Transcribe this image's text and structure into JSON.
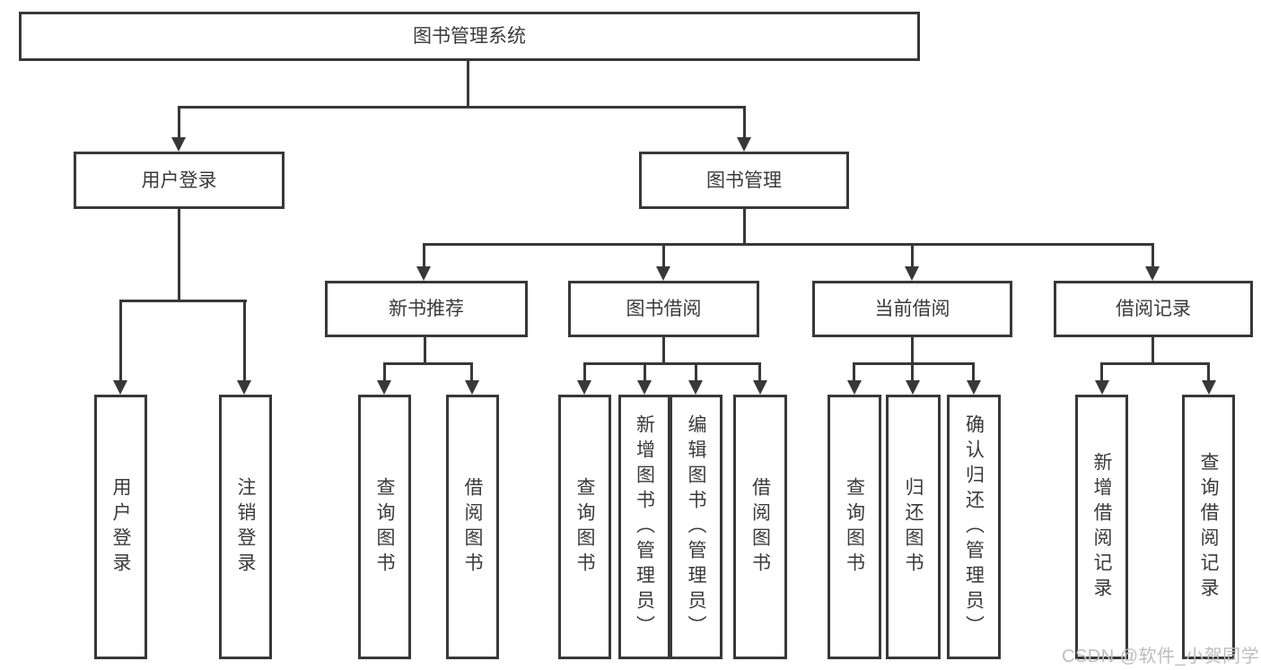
{
  "diagram": {
    "title_node": {
      "label": "图书管理系统"
    },
    "level2": [
      {
        "id": "user-login",
        "label": "用户登录"
      },
      {
        "id": "book-management",
        "label": "图书管理"
      }
    ],
    "level3": [
      {
        "id": "new-book-recommendation",
        "label": "新书推荐"
      },
      {
        "id": "book-borrowing",
        "label": "图书借阅"
      },
      {
        "id": "current-borrowing",
        "label": "当前借阅"
      },
      {
        "id": "borrowing-records",
        "label": "借阅记录"
      }
    ],
    "leaves": [
      {
        "id": "user-login",
        "label": "用户登录"
      },
      {
        "id": "logout",
        "label": "注销登录"
      },
      {
        "id": "query-books-recommend",
        "label": "查询图书"
      },
      {
        "id": "borrow-books-recommend",
        "label": "借阅图书"
      },
      {
        "id": "query-books-borrowing",
        "label": "查询图书"
      },
      {
        "id": "add-book-admin",
        "label": "新增图书（管理员）"
      },
      {
        "id": "edit-book-admin",
        "label": "编辑图书（管理员）"
      },
      {
        "id": "borrow-books-borrowing",
        "label": "借阅图书"
      },
      {
        "id": "query-books-current",
        "label": "查询图书"
      },
      {
        "id": "return-book",
        "label": "归还图书"
      },
      {
        "id": "confirm-return-admin",
        "label": "确认归还（管理员）"
      },
      {
        "id": "add-borrow-record",
        "label": "新增借阅记录"
      },
      {
        "id": "query-borrow-record",
        "label": "查询借阅记录"
      }
    ],
    "watermark": "CSDN @软件_小贺同学",
    "colors": {
      "line": "#383838",
      "box_background": "#ffffff",
      "text": "#3a3a3a",
      "watermark": "#bdbdbd",
      "page_background": "#ffffff"
    }
  }
}
